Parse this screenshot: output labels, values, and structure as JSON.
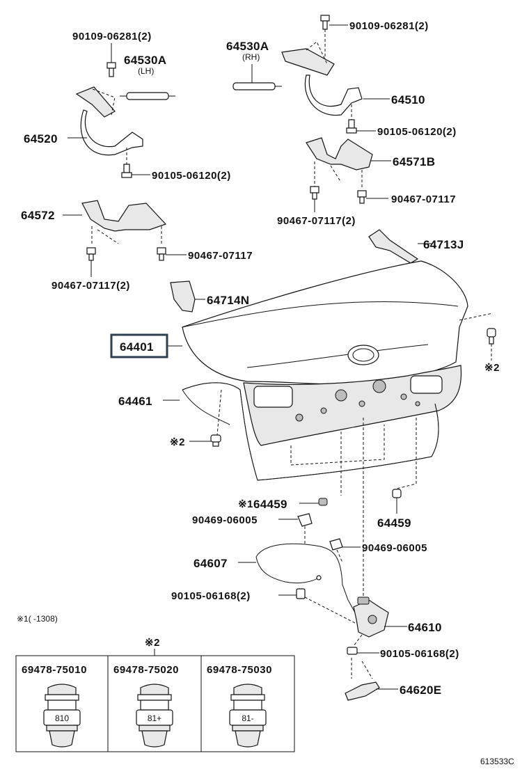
{
  "diagram": {
    "labels": {
      "bolt_hinge_top_lh": "90109-06281(2)",
      "stay_lh": "64530A",
      "stay_lh_side": "(LH)",
      "stay_rh": "64530A",
      "stay_rh_side": "(RH)",
      "bolt_hinge_top_rh": "90109-06281(2)",
      "hinge_rh": "64510",
      "hinge_lh": "64520",
      "bolt_hinge_rh": "90105-06120(2)",
      "bolt_hinge_lh": "90105-06120(2)",
      "bracket_rh": "64571B",
      "clip_rh_single": "90467-07117",
      "clip_rh_pair": "90467-07117(2)",
      "bracket_lh": "64572",
      "clip_lh_single": "90467-07117",
      "clip_lh_pair": "90467-07117(2)",
      "cover_rh": "64713J",
      "cover_lh": "64714N",
      "lid": "64401",
      "weatherstrip": "64461",
      "note2_left": "※2",
      "note2_right": "※2",
      "note1_label": "※1",
      "cushion_left": "64459",
      "cushion_right": "64459",
      "clip_cable_left": "90469-06005",
      "clip_cable_right": "90469-06005",
      "cable": "64607",
      "bolt_cable": "90105-06168(2)",
      "lock": "64610",
      "bolt_lock": "90105-06168(2)",
      "striker": "64620E",
      "footnote": "※1(   -1308)",
      "table_note": "※2",
      "figure_id": "613533C"
    },
    "table": {
      "columns": [
        {
          "part": "69478-75010",
          "stamp": "810"
        },
        {
          "part": "69478-75020",
          "stamp": "81+"
        },
        {
          "part": "69478-75030",
          "stamp": "81-"
        }
      ]
    }
  }
}
